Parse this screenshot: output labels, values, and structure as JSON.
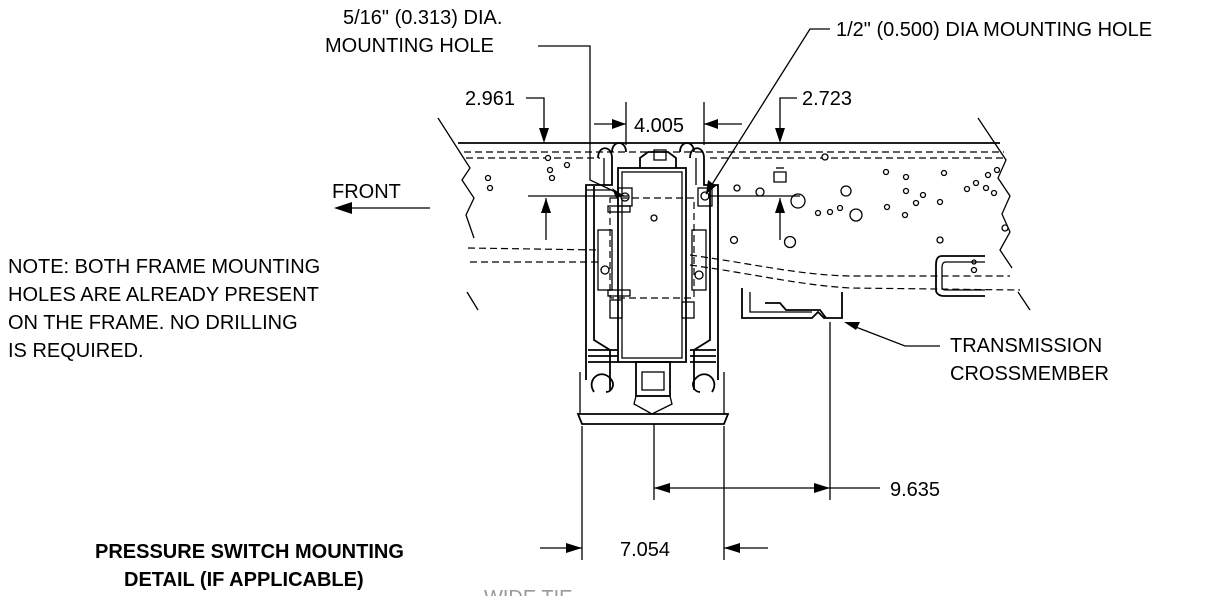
{
  "labels": {
    "small_hole_line1": "5/16\" (0.313) DIA.",
    "small_hole_line2": "MOUNTING HOLE",
    "large_hole": "1/2\" (0.500) DIA MOUNTING HOLE",
    "dim_left_top": "2.961",
    "dim_center_top": "4.005",
    "dim_right_top": "2.723",
    "front": "FRONT",
    "note_line1": "NOTE:  BOTH FRAME MOUNTING",
    "note_line2": "HOLES ARE ALREADY PRESENT",
    "note_line3": "ON THE FRAME.  NO DRILLING",
    "note_line4": "IS REQUIRED.",
    "crossmember_line1": "TRANSMISSION",
    "crossmember_line2": "CROSSMEMBER",
    "dim_crossmember": "9.635",
    "dim_bottom": "7.054",
    "title_line1": "PRESSURE SWITCH MOUNTING",
    "title_line2": "DETAIL (IF APPLICABLE)",
    "footer_fragment": "WIDE TIE"
  }
}
